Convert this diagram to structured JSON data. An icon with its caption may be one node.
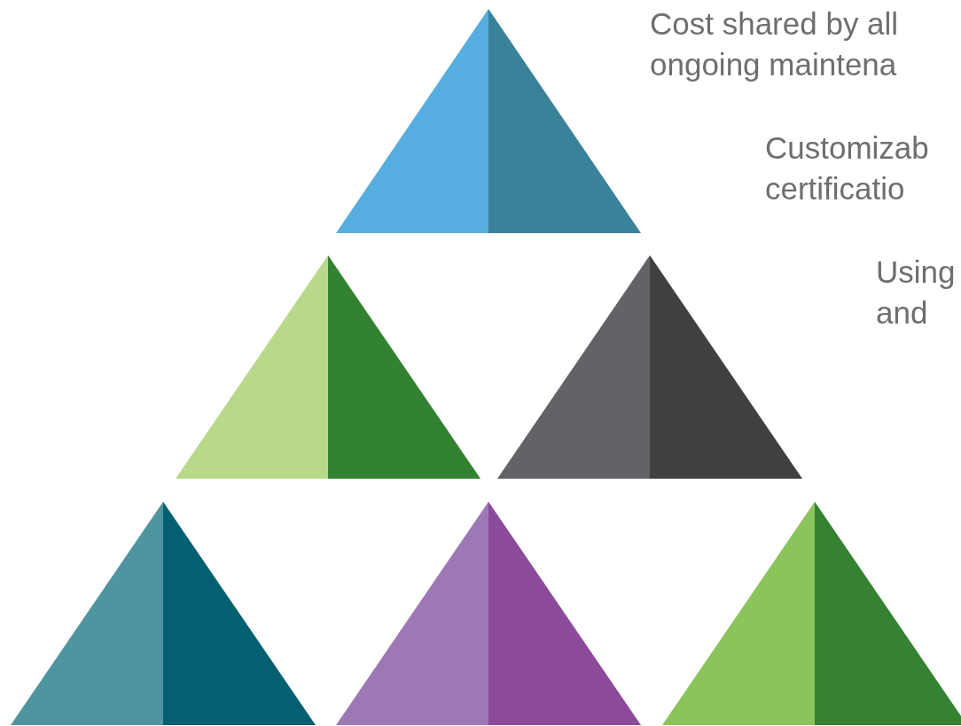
{
  "diagram": {
    "labels": [
      "Cost shared by all ongoing maintena",
      "Customizab certificatio",
      "Using and"
    ]
  }
}
